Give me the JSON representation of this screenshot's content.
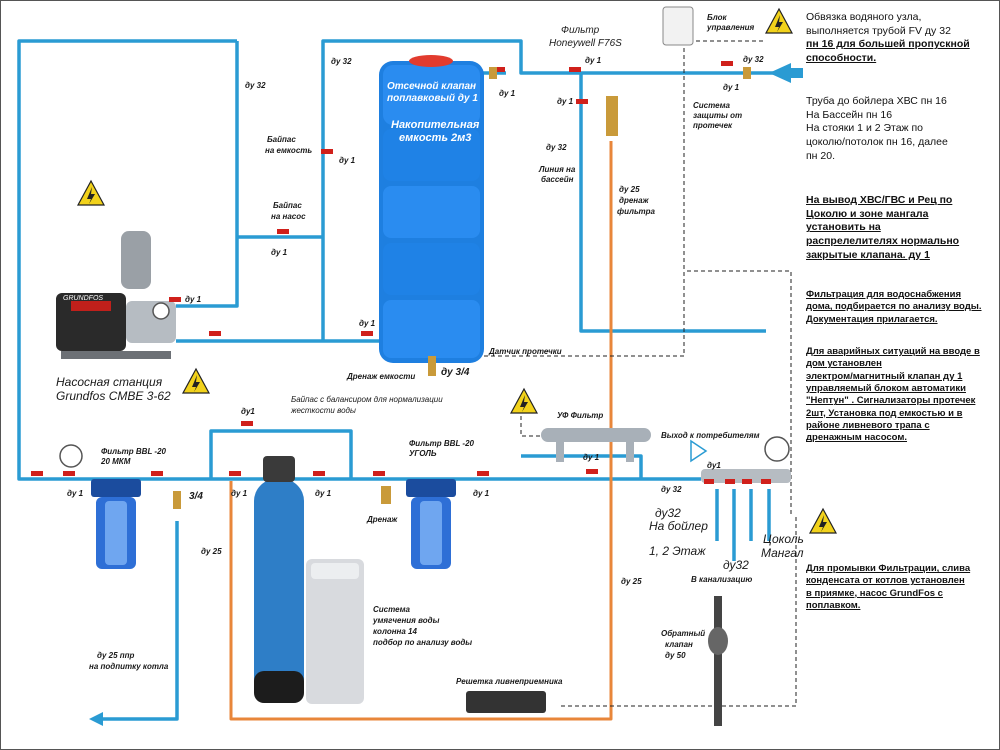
{
  "labels": {
    "valve_float_1": "Отсечной клапан",
    "valve_float_2": "поплавковый ду 1",
    "tank_1": "Накопительная",
    "tank_2": "емкость 2м3",
    "filter_honeywell_1": "Фильтр",
    "filter_honeywell_2": "Honeywell F76S",
    "control_block_1": "Блок",
    "control_block_2": "управления",
    "leak_sys_1": "Система",
    "leak_sys_2": "защиты от",
    "leak_sys_3": "протечек",
    "bypass_tank_1": "Байпас",
    "bypass_tank_2": "на емкость",
    "bypass_pump_1": "Байпас",
    "bypass_pump_2": "на насос",
    "pool_line_1": "Линия на",
    "pool_line_2": "бассейн",
    "drain_filter_1": "ду 25",
    "drain_filter_2": "дренаж",
    "drain_filter_3": "фильтра",
    "leak_sensor": "Датчик протечки",
    "tank_drain": "Дренаж емкости",
    "tank_drain_size": "ду 3/4",
    "pump_station_1": "Насосная станция",
    "pump_station_2": "Grundfos CMBE 3-62",
    "bypass_balancer_1": "Байпас с балансиром для нормализации",
    "bypass_balancer_2": "жесткости воды",
    "filter_bbl_mech_1": "Фильтр BBL -20",
    "filter_bbl_mech_2": "20 МКМ",
    "filter_bbl_coal_1": "Фильтр BBL -20",
    "filter_bbl_coal_2": "УГОЛЬ",
    "uv_filter": "УФ Фильтр",
    "consumer_out": "Выход к потребителям",
    "drainage": "Дренаж",
    "softener_1": "Система",
    "softener_2": "умягчения воды",
    "softener_3": "колонна 14",
    "softener_4": "подбор по анализу воды",
    "boiler_feed_1": "ду 25 ппр",
    "boiler_feed_2": "на подпитку котла",
    "grate": "Решетка ливнеприемника",
    "check_valve_1": "Обратный",
    "check_valve_2": "клапан",
    "check_valve_3": "ду 50",
    "sewer": "В канализацию",
    "du32_boiler_1": "ду32",
    "du32_boiler_2": "На бойлер",
    "floors": "1, 2 Этаж",
    "du32_sewer": "ду32",
    "socle": "Цоколь",
    "grill": "Мангал",
    "du1": "ду 1",
    "du1_compact": "ду1",
    "du32": "ду 32",
    "du25": "ду 25",
    "du34": "3/4",
    "pump_brand": "GRUNDFOS"
  },
  "notes": {
    "n1_1": "Обвязка водяного узла,",
    "n1_2": "выполняется трубой FV ду 32",
    "n1_3": "пн 16 для большей пропускной",
    "n1_4": "способности.",
    "n2_1": "Труба до бойлера ХВС пн 16",
    "n2_2": "На Бассейн пн 16",
    "n2_3": "На стояки 1 и 2 Этаж по",
    "n2_4": "цоколю/потолок пн 16, далее",
    "n2_5": "пн 20.",
    "n3_1": "На вывод ХВС/ГВС и Рец  по",
    "n3_2": "Цоколю и зоне мангала",
    "n3_3": "установить на",
    "n3_4": "распрелелителях  нормально",
    "n3_5": "закрытые клапана. ду 1",
    "n4_1": "Фильтрация для водоснабжения",
    "n4_2": "дома, подбирается по анализу воды.",
    "n4_3": "Документация прилагается.",
    "n5_1": "Для аварийных ситуаций на вводе в",
    "n5_2": "дом установлен",
    "n5_3": "электром/магнитный клапан ду 1",
    "n5_4": "управляемый блоком автоматики",
    "n5_5": "\"Нептун\" . Сигнализаторы протечек",
    "n5_6": "2шт, Установка под емкостью и в",
    "n5_7": "районе ливневого трапа с",
    "n5_8": "дренажным насосом.",
    "n6_1": "Для промывки Фильтрации, слива",
    "n6_2": "конденсата от котлов установлен",
    "n6_3": "в приямке, насос GrundFos с",
    "n6_4": "поплавком."
  },
  "colors": {
    "pipe_blue": "#2a9bd3",
    "pipe_orange": "#e8863a",
    "tank_blue": "#1e7fe0",
    "warning_yellow": "#f2d21b",
    "valve_red": "#d0201b",
    "brass": "#c99a3a"
  }
}
